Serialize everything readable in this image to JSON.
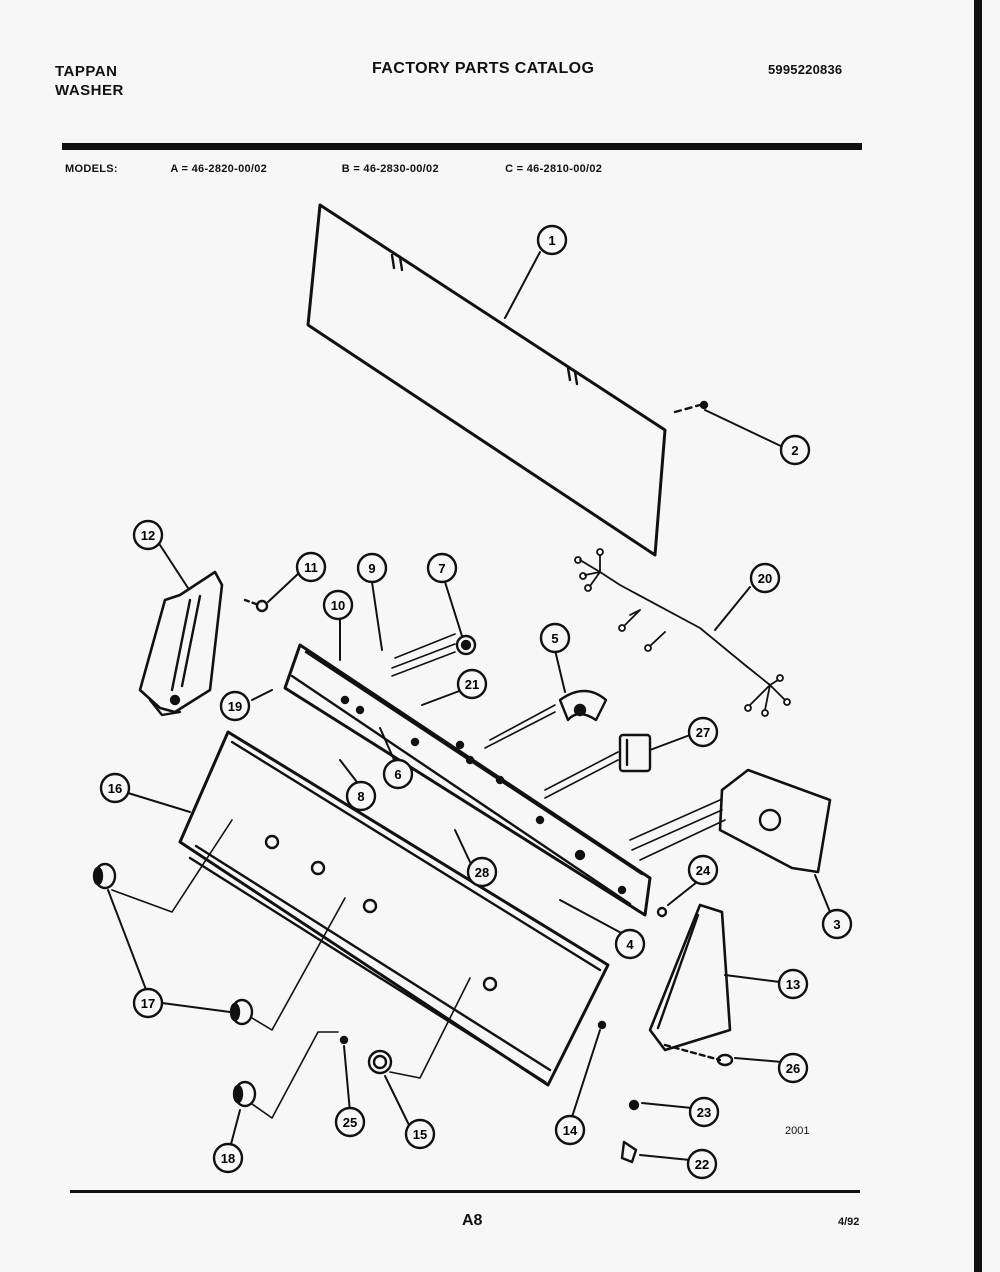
{
  "header": {
    "brand_line1": "TAPPAN",
    "brand_line2": "WASHER",
    "catalog_title": "FACTORY PARTS CATALOG",
    "catalog_number": "5995220836"
  },
  "models": {
    "label": "MODELS:",
    "a": "A = 46-2820-00/02",
    "b": "B = 46-2830-00/02",
    "c": "C = 46-2810-00/02"
  },
  "diagram": {
    "code": "2001",
    "callouts": [
      "1",
      "2",
      "3",
      "4",
      "5",
      "6",
      "7",
      "8",
      "9",
      "10",
      "11",
      "12",
      "13",
      "14",
      "15",
      "16",
      "17",
      "17",
      "18",
      "19",
      "20",
      "21",
      "22",
      "23",
      "24",
      "25",
      "26",
      "27",
      "28"
    ]
  },
  "footer": {
    "page": "A8",
    "date": "4/92"
  }
}
